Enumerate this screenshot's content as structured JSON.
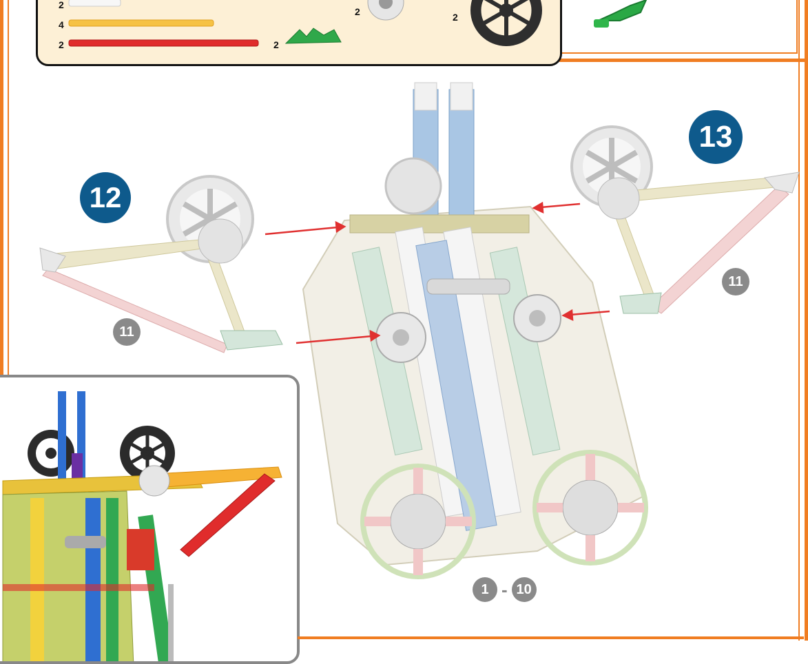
{
  "parts": {
    "qty_white_rod": "2",
    "qty_yellow_rod": "4",
    "qty_red_rod": "2",
    "qty_green_connector": "2",
    "qty_gray_connector": "2",
    "qty_black_wheel": "2"
  },
  "steps": {
    "step12": "12",
    "step13": "13",
    "sub11_left": "11",
    "sub11_right": "11",
    "range_start": "1",
    "range_sep": "-",
    "range_end": "10"
  },
  "colors": {
    "frame": "#f07d22",
    "panel_bg": "#fdf0d6",
    "step_badge": "#0e5a8c",
    "sub_badge": "#8a8a8a",
    "arrow": "#e03030"
  }
}
